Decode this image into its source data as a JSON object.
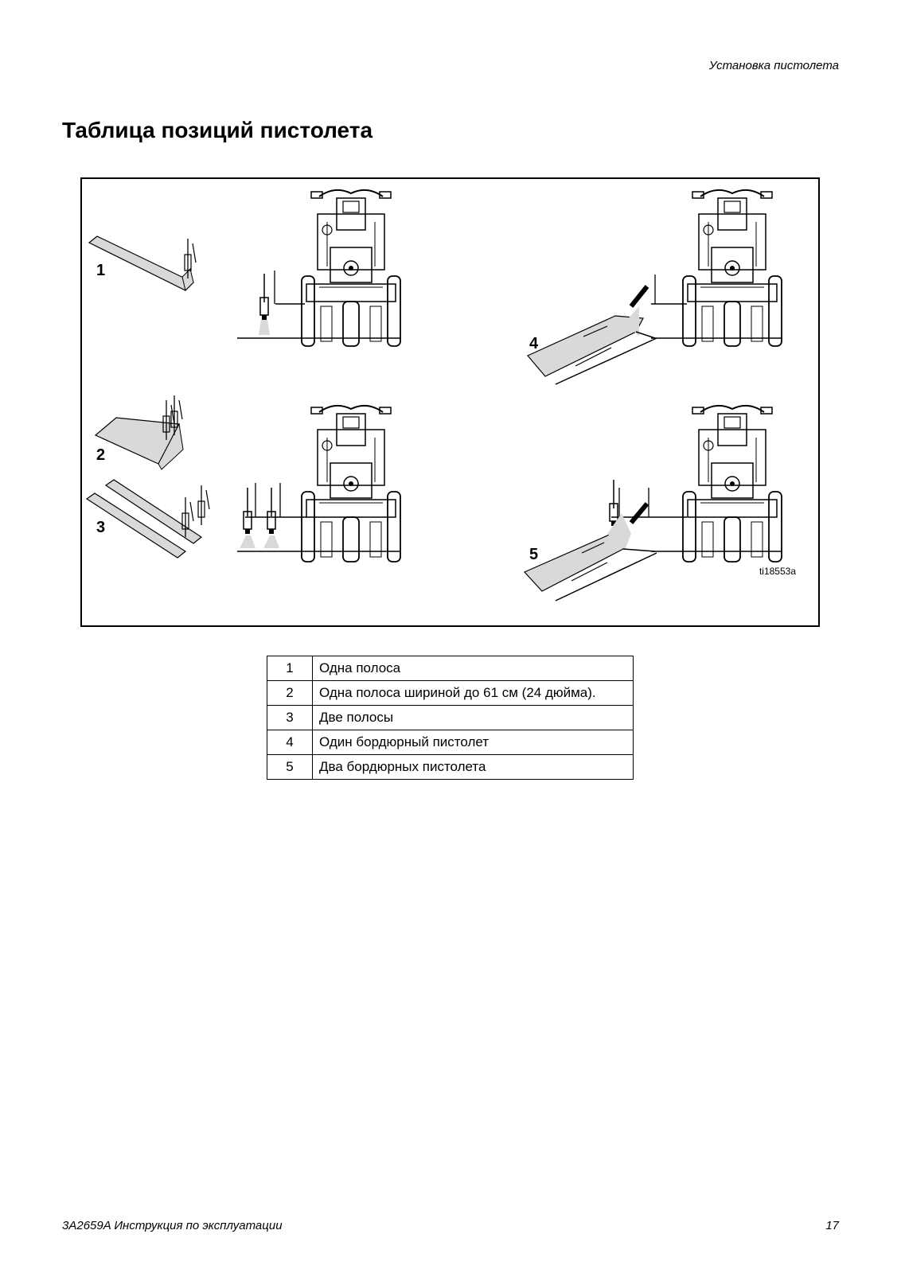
{
  "header": {
    "section": "Установка пистолета"
  },
  "title": "Таблица позиций пистолета",
  "figure": {
    "positions": [
      "1",
      "2",
      "3",
      "4",
      "5"
    ],
    "figure_id": "ti18553a"
  },
  "legend": [
    {
      "num": "1",
      "text": "Одна полоса"
    },
    {
      "num": "2",
      "text": "Одна полоса шириной до 61 см (24 дюйма)."
    },
    {
      "num": "3",
      "text": "Две полосы"
    },
    {
      "num": "4",
      "text": "Один бордюрный пистолет"
    },
    {
      "num": "5",
      "text": "Два бордюрных пистолета"
    }
  ],
  "footer": {
    "doc": "3A2659A Инструкция по эксплуатации",
    "page": "17"
  }
}
